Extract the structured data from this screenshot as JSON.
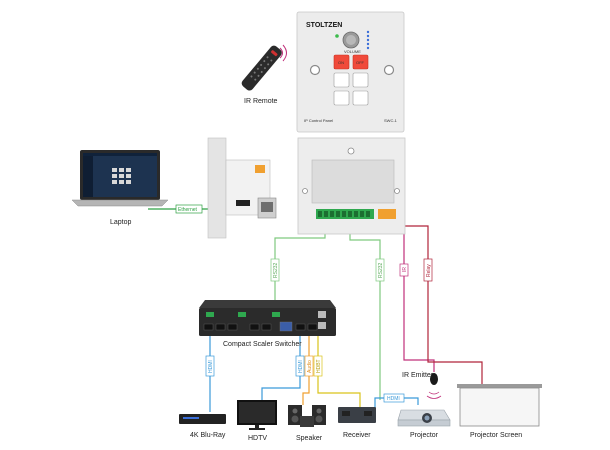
{
  "panel": {
    "brand": "STOLTZEN",
    "volume_label": "VOLUME",
    "on_label": "ON",
    "off_label": "OFF",
    "footer_left": "IP Control Panel",
    "footer_right": "SWC-1"
  },
  "devices": {
    "ir_remote": "IR Remote",
    "laptop": "Laptop",
    "switcher": "Compact Scaler Switcher",
    "bluray": "4K Blu-Ray",
    "hdtv": "HDTV",
    "speaker": "Speaker",
    "receiver": "Receiver",
    "projector": "Projector",
    "projector_screen": "Projector Screen",
    "ir_emitter": "IR Emitter"
  },
  "cables": {
    "ethernet": "Ethernet",
    "rs232_left": "RS232",
    "rs232_right": "RS232",
    "ir": "IR",
    "relay": "Relay",
    "hdmi_bluray": "HDMI",
    "hdmi_tv": "HDMI",
    "audio": "Audio",
    "hdbt": "HDBT",
    "hdmi_receiver": "HDMI"
  },
  "colors": {
    "ethernet": "#2ea043",
    "rs232": "#7fc97f",
    "hdmi": "#3b9ad9",
    "audio": "#f0a030",
    "hdbt": "#d9c31a",
    "ir": "#c0307a",
    "relay": "#b0243a",
    "button_red": "#f04a3a"
  }
}
